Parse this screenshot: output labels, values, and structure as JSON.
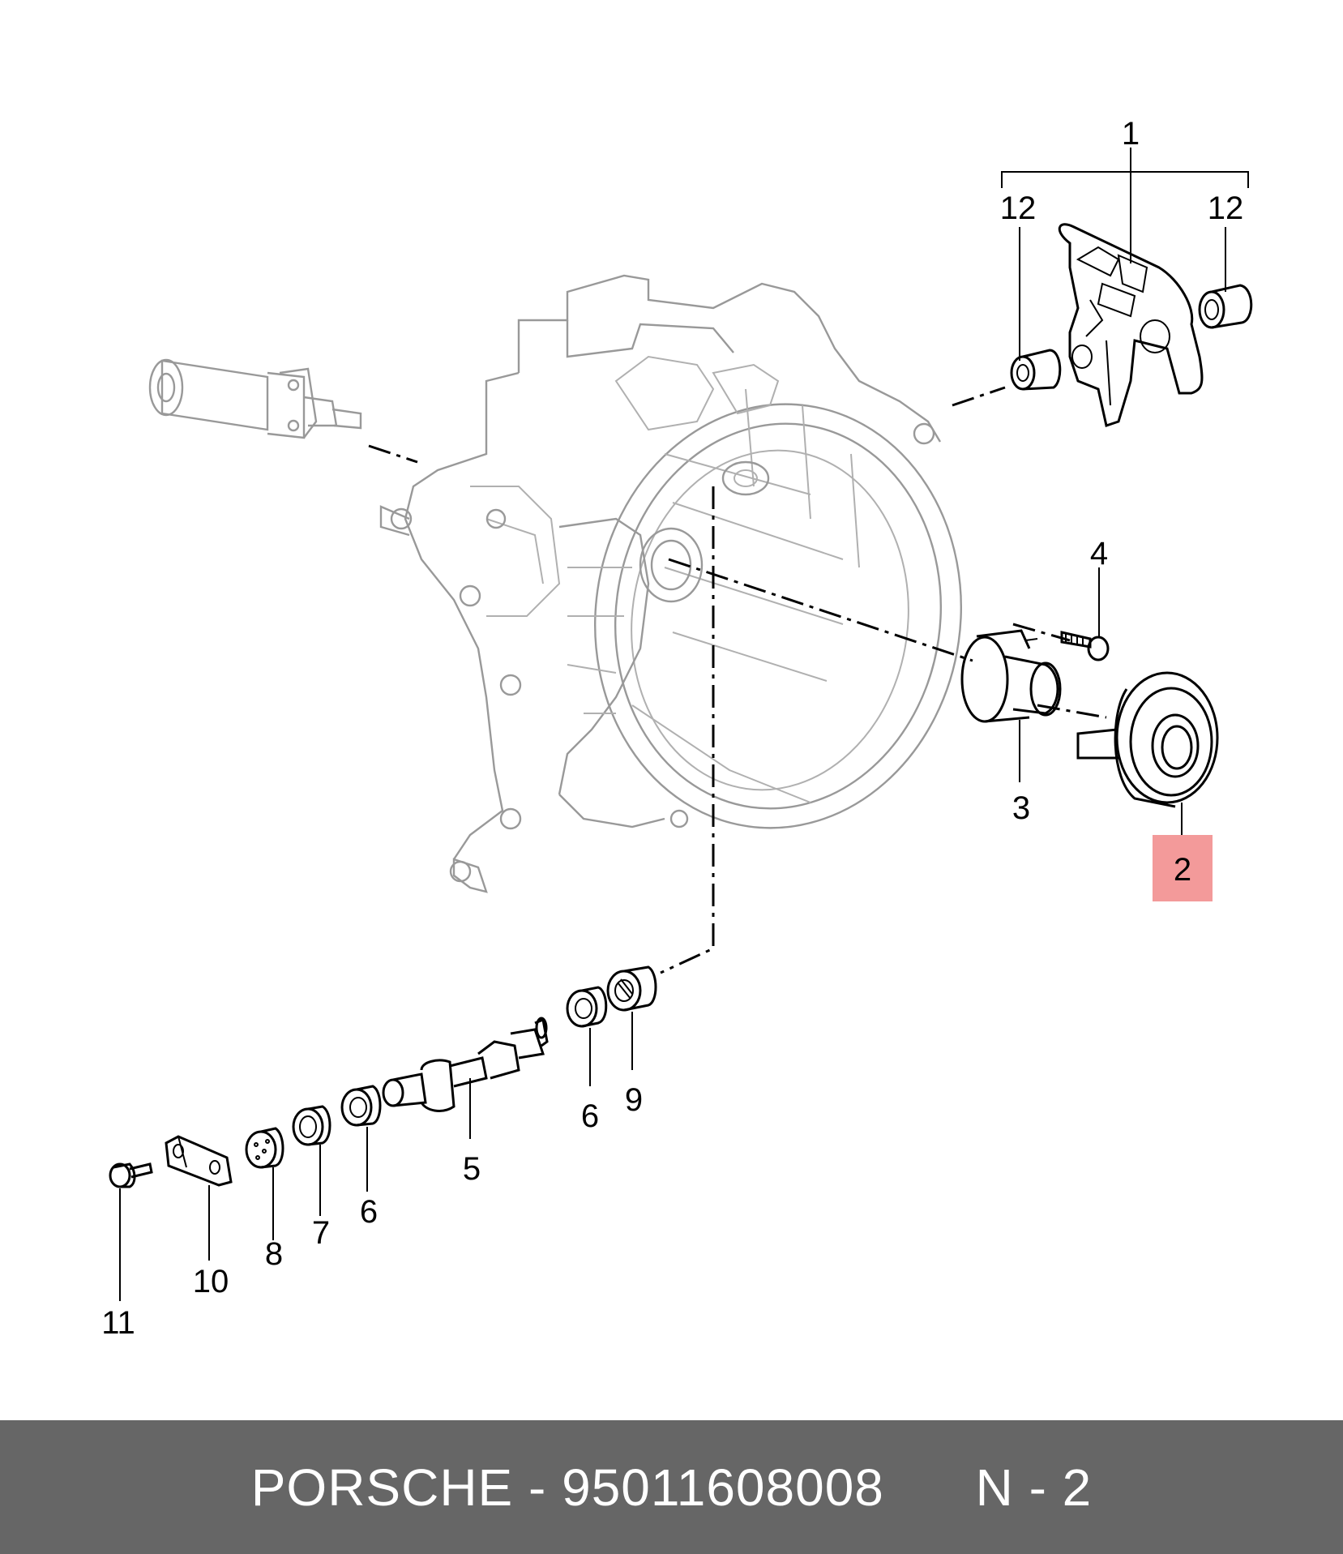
{
  "footer": {
    "brand": "PORSCHE",
    "separator": " - ",
    "part_number": "95011608008",
    "ref_prefix": "N - ",
    "ref_number": "2"
  },
  "callouts": [
    "1",
    "12",
    "12",
    "4",
    "3",
    "2",
    "6",
    "9",
    "5",
    "6",
    "7",
    "8",
    "10",
    "11"
  ],
  "highlight": {
    "item": "2",
    "color": "#f39a9a"
  }
}
